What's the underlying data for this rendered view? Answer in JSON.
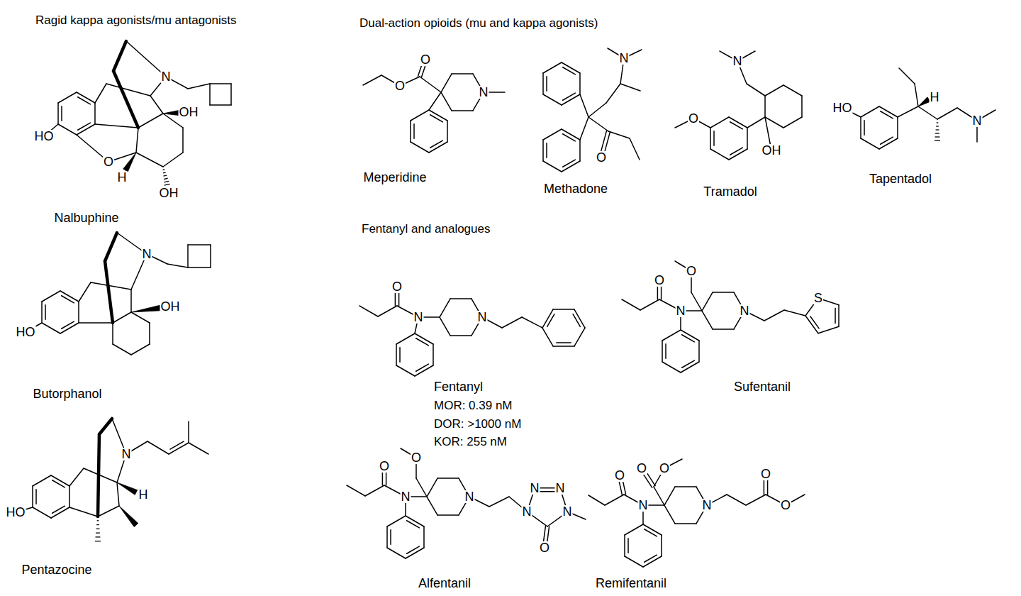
{
  "diagram": {
    "labels": [
      "Ragid kappa agonists/mu antagonists",
      "Dual-action opioids (mu and kappa agonists)",
      "Fentanyl and analogues",
      "N",
      "OH",
      "HO",
      "O",
      "H",
      "OH",
      "Nalbuphine",
      "N",
      "OH",
      "HO",
      "Butorphanol",
      "N",
      "H",
      "HO",
      "Pentazocine",
      "O",
      "O",
      "N",
      "Meperidine",
      "N",
      "O",
      "Methadone",
      "N",
      "O",
      "OH",
      "Tramadol",
      "HO",
      "H",
      "N",
      "Tapentadol",
      "O",
      "N",
      "N",
      "Fentanyl",
      "MOR: 0.39 nM",
      "DOR: >1000 nM",
      "KOR: 255 nM",
      "O",
      "O",
      "N",
      "N",
      "S",
      "Sufentanil",
      "O",
      "O",
      "N",
      "N",
      "N",
      "N",
      "N",
      "N",
      "O",
      "Alfentanil",
      "O",
      "O",
      "O",
      "N",
      "N",
      "O",
      "O",
      "Remifentanil"
    ]
  }
}
